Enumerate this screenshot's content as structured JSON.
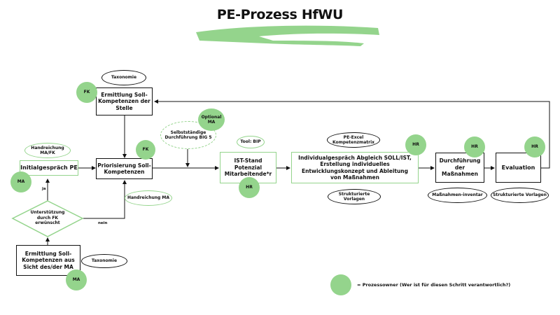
{
  "title": "PE-Prozess HfWU",
  "colors": {
    "accent_green": "#94d48c",
    "line": "#111111"
  },
  "steps": {
    "ermittlung_stelle": "Ermittlung Soll-Kompetenzen der Stelle",
    "initialgespraech": "Initialgespräch PE",
    "priorisierung": "Priorisierung Soll-Kompetenzen",
    "ist_stand": "IST-Stand Potenzial Mitarbeitende*r",
    "individualgespraech": "Individualgespräch Abgleich SOLL/IST, Erstellung individuelles Entwicklungskonzept und Ableitung von Maßnahmen",
    "durchfuehrung": "Durchführung der Maßnahmen",
    "evaluation": "Evaluation",
    "ermittlung_ma": "Ermittlung Soll-Kompetenzen aus Sicht des/der MA",
    "decision": "Unterstützung durch FK erwünscht"
  },
  "tools": {
    "taxonomie_top": "Taxonomie",
    "handreichung_mafk": "Handreichung MA/FK",
    "handreichung_ma": "Handreichung MA",
    "big5": "Selbstständige Durchführung BIG 5",
    "tool_bip": "Tool: BIP",
    "pe_excel": "PE-Excel Kompetenzmatrix",
    "strukt_vorlagen_1": "Strukturierte Vorlagen",
    "massnahmeninventar": "Maßnahmen-inventar",
    "strukt_vorlagen_2": "Strukturierte Vorlagen",
    "taxonomie_bottom": "Taxonomie"
  },
  "owners": {
    "fk_1": "FK",
    "fk_2": "FK",
    "ma_1": "MA",
    "optional_ma": "Optional MA",
    "hr_1": "HR",
    "hr_2": "HR",
    "hr_3": "HR",
    "hr_4": "HR",
    "ma_2": "MA"
  },
  "edge_labels": {
    "yes": "ja",
    "no": "nein"
  },
  "legend": {
    "text": "= Prozessowner (Wer ist für diesen Schritt verantwortlich?)"
  }
}
